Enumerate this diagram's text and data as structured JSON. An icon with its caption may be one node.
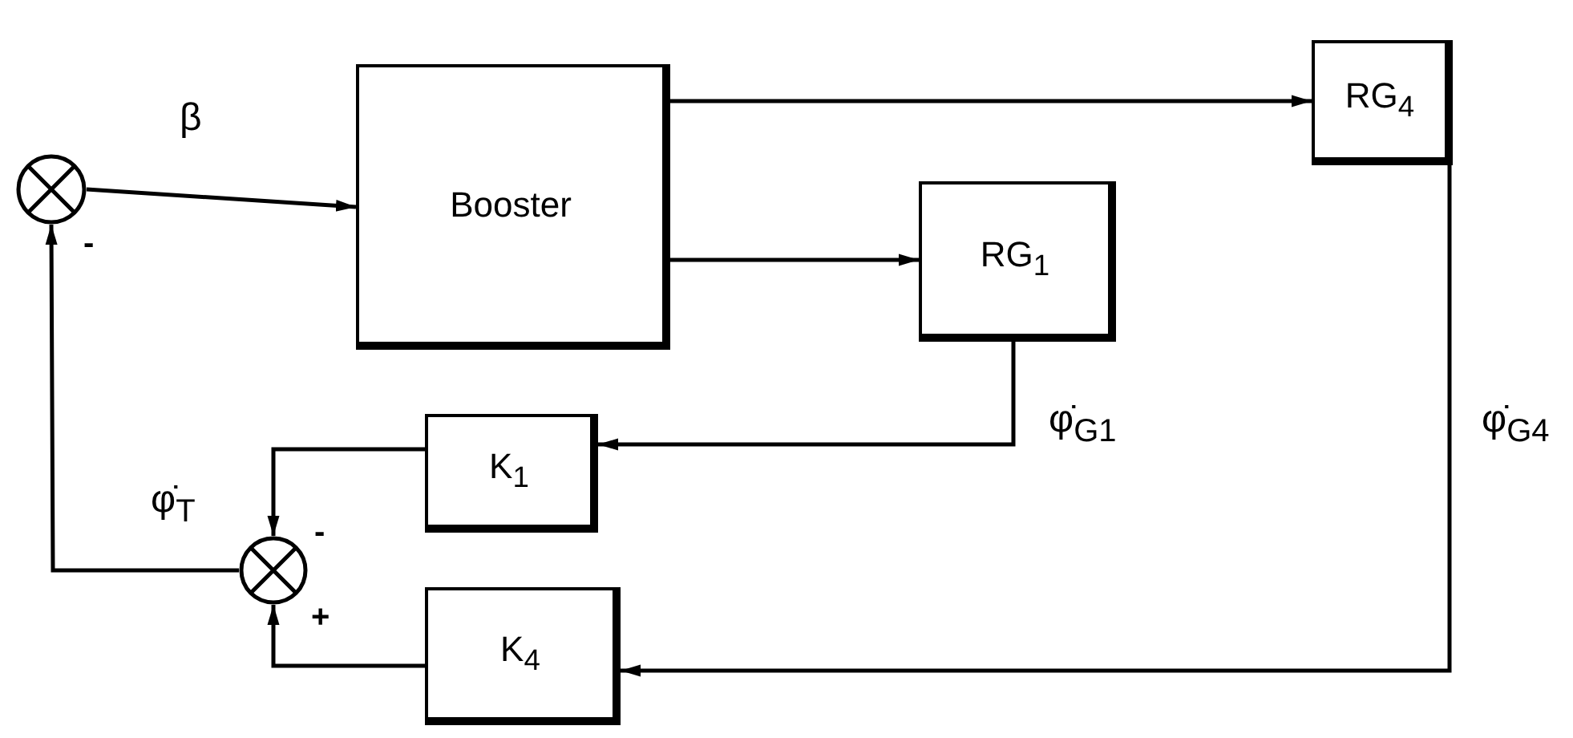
{
  "diagram": {
    "nodes": [
      {
        "text": [],
        "shape": "circle"
      },
      {
        "text": [
          "Booster"
        ]
      },
      {
        "text": [
          "RG$_{4}$"
        ]
      },
      {
        "text": [
          "RG$_{1}$"
        ]
      },
      {
        "text": [
          "K$_{1}$"
        ]
      },
      {
        "text": [],
        "shape": "circle"
      },
      {
        "text": [
          "K$_{4}$"
        ]
      }
    ],
    "edges": [
      {
        "from": 0,
        "to": 1,
        "arrow": "to",
        "label": "β"
      },
      {
        "from": 1,
        "to": 2,
        "arrow": "to"
      },
      {
        "from": 1,
        "to": 3,
        "arrow": "to"
      },
      {
        "from": 3,
        "to": 4,
        "arrow": "to",
        "label": "φ̇$_{G1}$"
      },
      {
        "from": 2,
        "to": 6,
        "arrow": "to",
        "label": "φ̇$_{G4}$"
      },
      {
        "from": 4,
        "to": 5,
        "arrow": "to"
      },
      {
        "from": 6,
        "to": 5,
        "arrow": "to"
      },
      {
        "from": 5,
        "to": 0,
        "arrow": "to",
        "label": "φ̇$_{T}$"
      }
    ],
    "labels": [
      "-",
      "-",
      "+"
    ]
  }
}
